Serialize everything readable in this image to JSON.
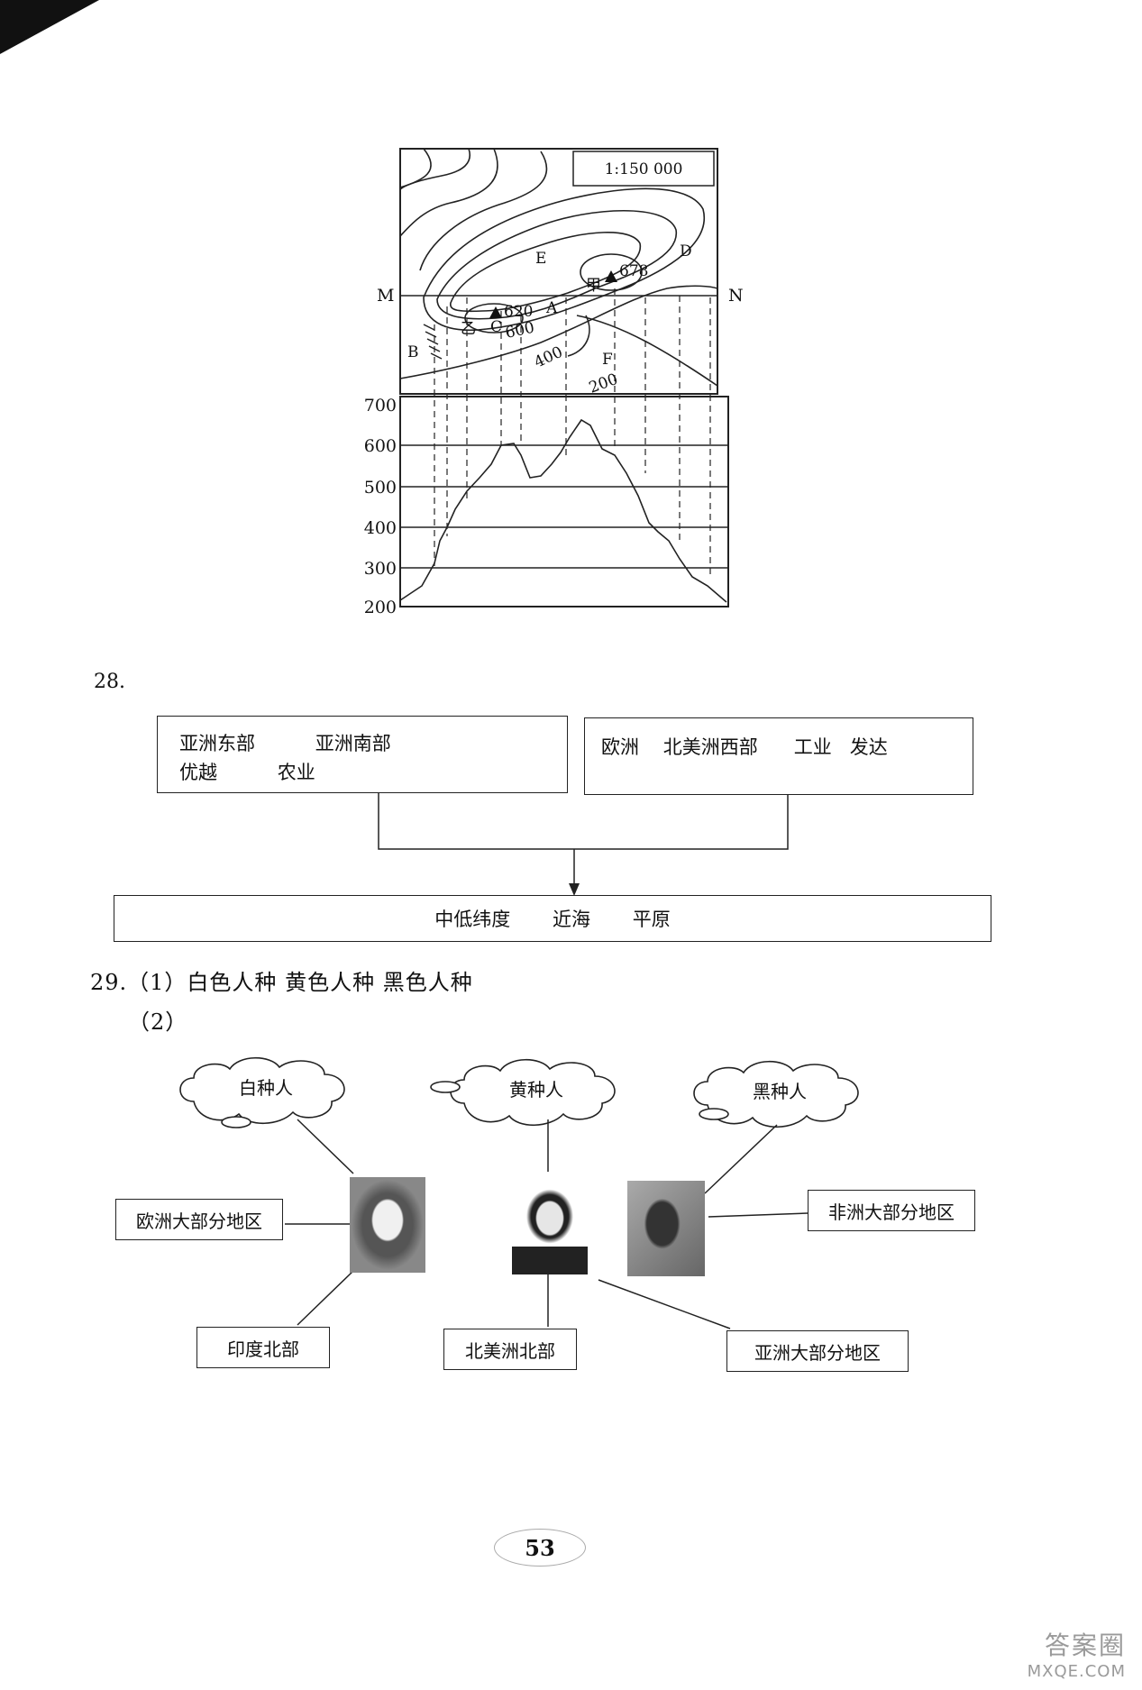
{
  "map": {
    "scale": "1:150 000",
    "points": {
      "M": "M",
      "N": "N",
      "A": "A",
      "B": "B",
      "C": "C",
      "D": "D",
      "E": "E",
      "F": "F",
      "jia": "甲",
      "yi": "乙"
    },
    "peak_jia_elev": "678",
    "peak_yi_elev": "620",
    "contours": [
      "600",
      "400",
      "200"
    ]
  },
  "profile": {
    "y_ticks": [
      "700",
      "600",
      "500",
      "400",
      "300",
      "200"
    ]
  },
  "q28": {
    "number": "28.",
    "box_left": {
      "line1": "亚洲东部          亚洲南部",
      "line2": "优越          农业"
    },
    "box_right": {
      "line1": "欧洲    北美洲西部      工业   发达"
    },
    "box_bottom": "中低纬度       近海       平原"
  },
  "q29": {
    "line1": "29.（1）白色人种   黄色人种   黑色人种",
    "line2": "（2）",
    "clouds": {
      "white": "白种人",
      "yellow": "黄种人",
      "black": "黑种人"
    },
    "labels": {
      "europe": "欧洲大部分地区",
      "africa": "非洲大部分地区",
      "india": "印度北部",
      "north_america": "北美洲北部",
      "asia": "亚洲大部分地区"
    }
  },
  "page_number": "53",
  "watermark": {
    "line1": "答案圈",
    "line2": "MXQE.COM"
  }
}
